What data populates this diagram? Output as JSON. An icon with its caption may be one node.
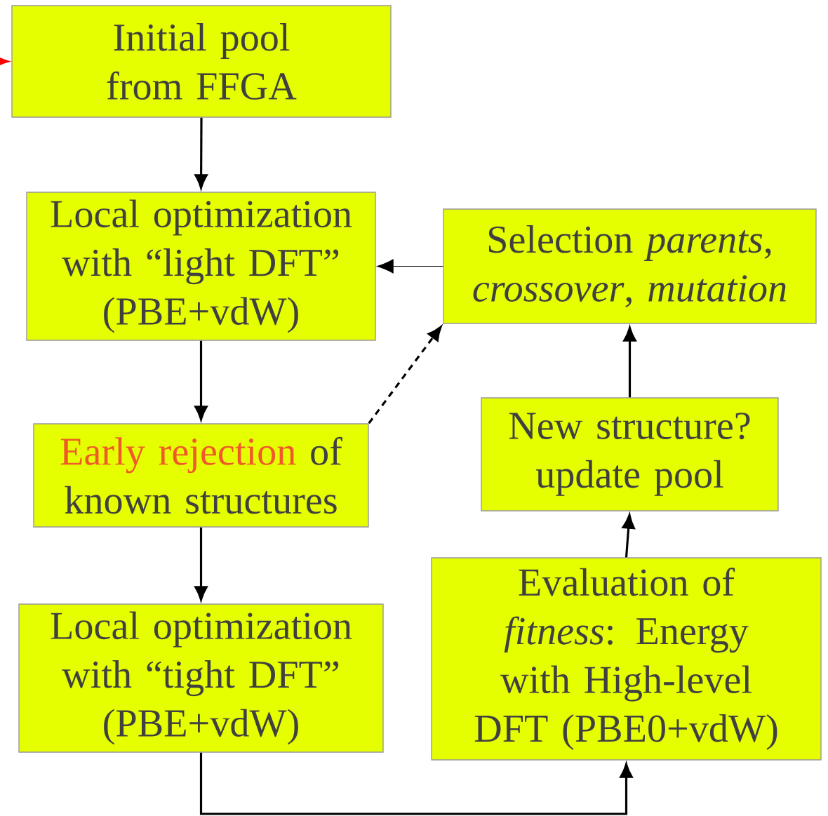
{
  "diagram": {
    "nodes": [
      {
        "text": [
          "Initial pool from FFGA"
        ]
      },
      {
        "text": [
          "Local optimization with “light DFT” (PBE+vdW)"
        ]
      },
      {
        "text": [
          "Selection *parents*, *crossover*, *mutation*"
        ]
      },
      {
        "text": [
          "Early rejection",
          "of known structures"
        ]
      },
      {
        "text": [
          "New structure? update pool"
        ]
      },
      {
        "text": [
          "Local optimization with “tight DFT” (PBE+vdW)"
        ]
      },
      {
        "text": [
          "Evaluation of *fitness*: Energy with High-level DFT (PBE0+vdW)"
        ]
      }
    ],
    "edges": [
      {
        "from": null,
        "to": 0,
        "arrow": "to",
        "color": "#ff0000"
      },
      {
        "from": 0,
        "to": 1,
        "arrow": "to"
      },
      {
        "from": 1,
        "to": 3,
        "arrow": "to"
      },
      {
        "from": 3,
        "to": 5,
        "arrow": "to"
      },
      {
        "from": 5,
        "to": 6,
        "arrow": "to"
      },
      {
        "from": 6,
        "to": 4,
        "arrow": "to"
      },
      {
        "from": 4,
        "to": 2,
        "arrow": "to"
      },
      {
        "from": 2,
        "to": 1,
        "arrow": "to"
      },
      {
        "from": 3,
        "to": 2,
        "arrow": "to",
        "style": "dashed"
      }
    ]
  }
}
